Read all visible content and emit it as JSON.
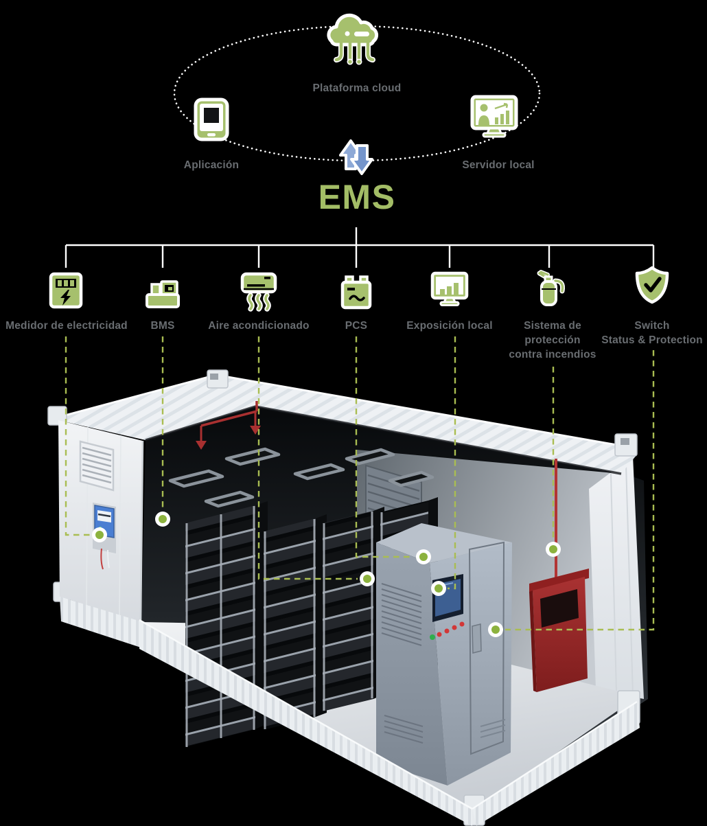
{
  "top": {
    "cloud": {
      "label": "Plataforma cloud",
      "icon": "cloud-platform-icon"
    },
    "app": {
      "label": "Aplicación",
      "icon": "application-icon"
    },
    "server": {
      "label": "Servidor local",
      "icon": "local-server-icon"
    }
  },
  "ems": {
    "title": "EMS",
    "icon": "ems-data-exchange-icon"
  },
  "components": [
    {
      "label": "Medidor de electricidad",
      "icon": "electricity-meter-icon"
    },
    {
      "label": "BMS",
      "icon": "bms-icon"
    },
    {
      "label": "Aire acondicionado",
      "icon": "air-conditioner-icon"
    },
    {
      "label": "PCS",
      "icon": "battery-inverter-icon"
    },
    {
      "label": "Exposición local",
      "icon": "monitor-chart-icon"
    },
    {
      "label": "Sistema de\nprotección\ncontra incendios",
      "icon": "fire-extinguisher-icon"
    },
    {
      "label": "Switch\nStatus & Protection",
      "icon": "shield-check-icon"
    }
  ],
  "colors": {
    "accent_green": "#a6c06d",
    "ems_text_green": "#a3bd66",
    "connector_green": "#a9bd52",
    "dot_green": "#8cb23e",
    "bus_line": "#ffffff",
    "text_gray": "#696d71",
    "arrow_blue_up": "#8ea9d6",
    "arrow_blue_down": "#7595cb",
    "background": "#000000"
  }
}
